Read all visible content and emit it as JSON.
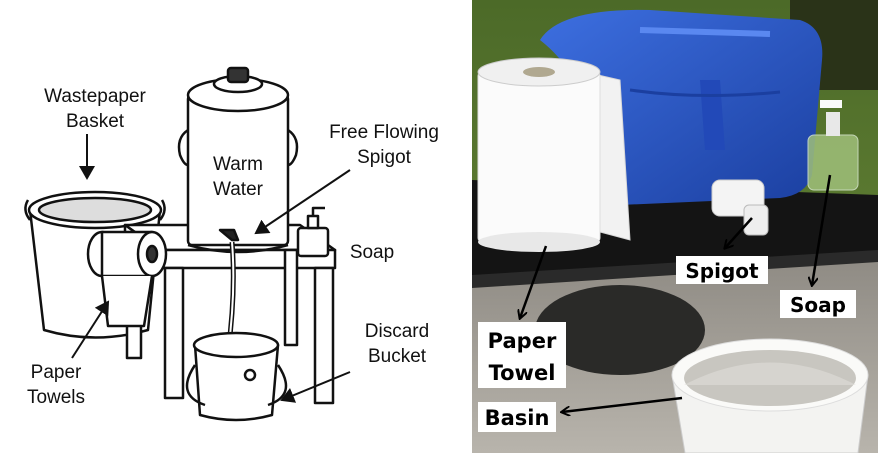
{
  "left_diagram": {
    "labels": {
      "wastepaper_line1": "Wastepaper",
      "wastepaper_line2": "Basket",
      "warm_line1": "Warm",
      "warm_line2": "Water",
      "spigot_line1": "Free Flowing",
      "spigot_line2": "Spigot",
      "soap": "Soap",
      "discard_line1": "Discard",
      "discard_line2": "Bucket",
      "paper_line1": "Paper",
      "paper_line2": "Towels"
    }
  },
  "right_photo": {
    "labels": {
      "spigot": "Spigot",
      "soap": "Soap",
      "paper_line1": "Paper",
      "paper_line2": "Towel",
      "basin": "Basin"
    }
  },
  "colors": {
    "container_blue": "#2856c4",
    "grass_green": "#5a7a30",
    "table_black": "#1a1a1a",
    "concrete_gray": "#a8a49c"
  }
}
